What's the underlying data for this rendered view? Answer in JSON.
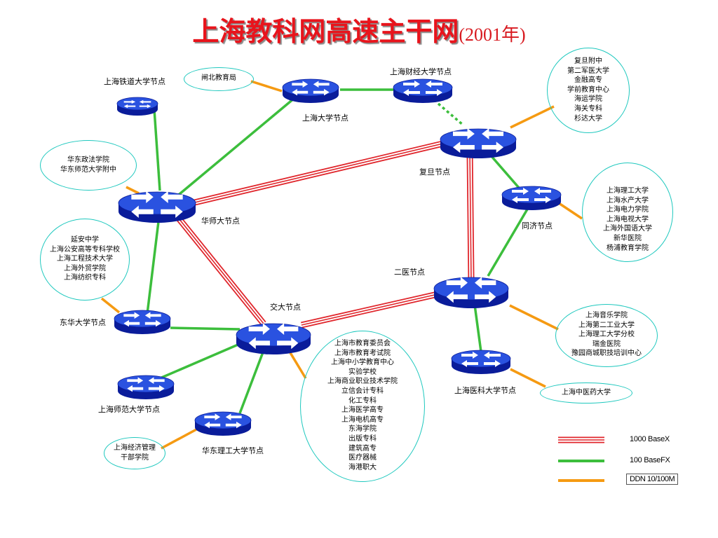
{
  "title": {
    "main": "上海教科网高速主干网",
    "year": "(2001年)"
  },
  "colors": {
    "router_top": "#2a52e0",
    "router_side": "#0a1c9a",
    "gigabit_red": "#e0262c",
    "fast_green": "#3cbe3c",
    "ddn_orange": "#f59a12",
    "ellipse_border": "#1ec8be"
  },
  "nodes": {
    "tiedao": "上海铁道大学节点",
    "shangda": "上海大学节点",
    "caijing": "上海财经大学节点",
    "fudan": "复旦节点",
    "huashida": "华师大节点",
    "tongji": "同济节点",
    "eryi": "二医节点",
    "jiaoda": "交大节点",
    "donghua": "东华大学节点",
    "yike": "上海医科大学节点",
    "shifan": "上海师范大学节点",
    "huali": "华东理工大学节点"
  },
  "sites": {
    "zhabei": {
      "lines": [
        "闸北教育局"
      ]
    },
    "fudan_group": {
      "lines": [
        "复旦附中",
        "第二军医大学",
        "金融高专",
        "学前教育中心",
        "海运学院",
        "海关专科",
        "杉达大学"
      ]
    },
    "huadong_zhengfa": {
      "lines": [
        "华东政法学院",
        "华东师范大学附中"
      ]
    },
    "yanan": {
      "lines": [
        "延安中学",
        "上海公安高等专科学校",
        "上海工程技术大学",
        "上海外贸学院",
        "上海纺织专科"
      ]
    },
    "ligong": {
      "lines": [
        "上海理工大学",
        "上海水产大学",
        "上海电力学院",
        "上海电视大学",
        "上海外国语大学",
        "新华医院",
        "杨浦教育学院"
      ]
    },
    "yinyue": {
      "lines": [
        "上海音乐学院",
        "上海第二工业大学",
        "上海理工大学分校",
        "瑞金医院",
        "豫园商城职技培训中心"
      ]
    },
    "zhongyiyao": {
      "lines": [
        "上海中医药大学"
      ]
    },
    "jiaowei": {
      "lines": [
        "上海市教育委员会",
        "上海市教育考试院",
        "上海中小学教育中心",
        "实验学校",
        "上海商业职业技术学院",
        "立信会计专科",
        "化工专科",
        "上海医学高专",
        "上海电机高专",
        "东海学院",
        "出版专科",
        "建筑高专",
        "医疗器械",
        "海港职大"
      ]
    },
    "jingji": {
      "lines": [
        "上海经济管理",
        "干部学院"
      ]
    }
  },
  "legend": {
    "gigabit": "1000 BaseX",
    "fast": "100 BaseFX",
    "ddn": "DDN 10/100M"
  }
}
